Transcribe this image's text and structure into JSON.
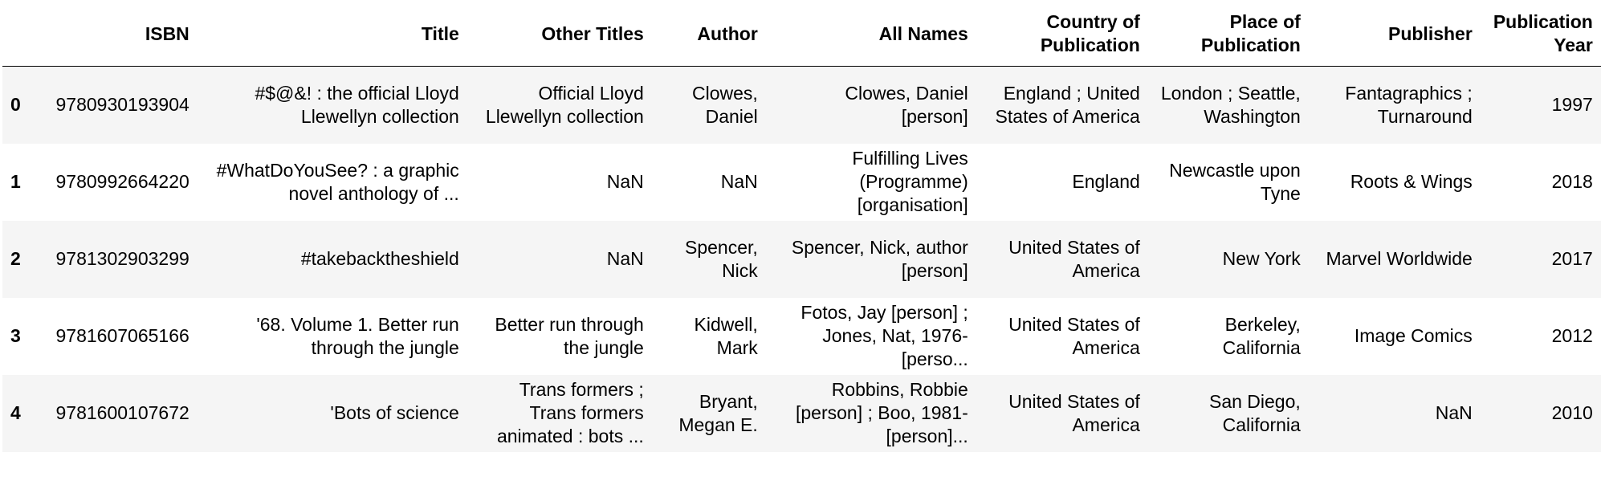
{
  "table": {
    "columns": [
      "",
      "ISBN",
      "Title",
      "Other Titles",
      "Author",
      "All Names",
      "Country of Publication",
      "Place of Publication",
      "Publisher",
      "Publication Year"
    ],
    "rows": [
      {
        "index": "0",
        "isbn": "9780930193904",
        "title": "#$@&! : the official Lloyd Llewellyn collection",
        "other_titles": "Official Lloyd Llewellyn collection",
        "author": "Clowes, Daniel",
        "all_names": "Clowes, Daniel [person]",
        "country": "England ; United States of America",
        "place": "London ; Seattle, Washington",
        "publisher": "Fantagraphics ; Turnaround",
        "year": "1997"
      },
      {
        "index": "1",
        "isbn": "9780992664220",
        "title": "#WhatDoYouSee? : a graphic novel anthology of ...",
        "other_titles": "NaN",
        "author": "NaN",
        "all_names": "Fulfilling Lives (Programme) [organisation]",
        "country": "England",
        "place": "Newcastle upon Tyne",
        "publisher": "Roots & Wings",
        "year": "2018"
      },
      {
        "index": "2",
        "isbn": "9781302903299",
        "title": "#takebacktheshield",
        "other_titles": "NaN",
        "author": "Spencer, Nick",
        "all_names": "Spencer, Nick, author [person]",
        "country": "United States of America",
        "place": "New York",
        "publisher": "Marvel Worldwide",
        "year": "2017"
      },
      {
        "index": "3",
        "isbn": "9781607065166",
        "title": "'68. Volume 1. Better run through the jungle",
        "other_titles": "Better run through the jungle",
        "author": "Kidwell, Mark",
        "all_names": "Fotos, Jay [person] ; Jones, Nat, 1976- [perso...",
        "country": "United States of America",
        "place": "Berkeley, California",
        "publisher": "Image Comics",
        "year": "2012"
      },
      {
        "index": "4",
        "isbn": "9781600107672",
        "title": "'Bots of science",
        "other_titles": "Trans formers ; Trans formers animated : bots ...",
        "author": "Bryant, Megan E.",
        "all_names": "Robbins, Robbie [person] ; Boo, 1981- [person]...",
        "country": "United States of America",
        "place": "San Diego, California",
        "publisher": "NaN",
        "year": "2010"
      }
    ]
  }
}
